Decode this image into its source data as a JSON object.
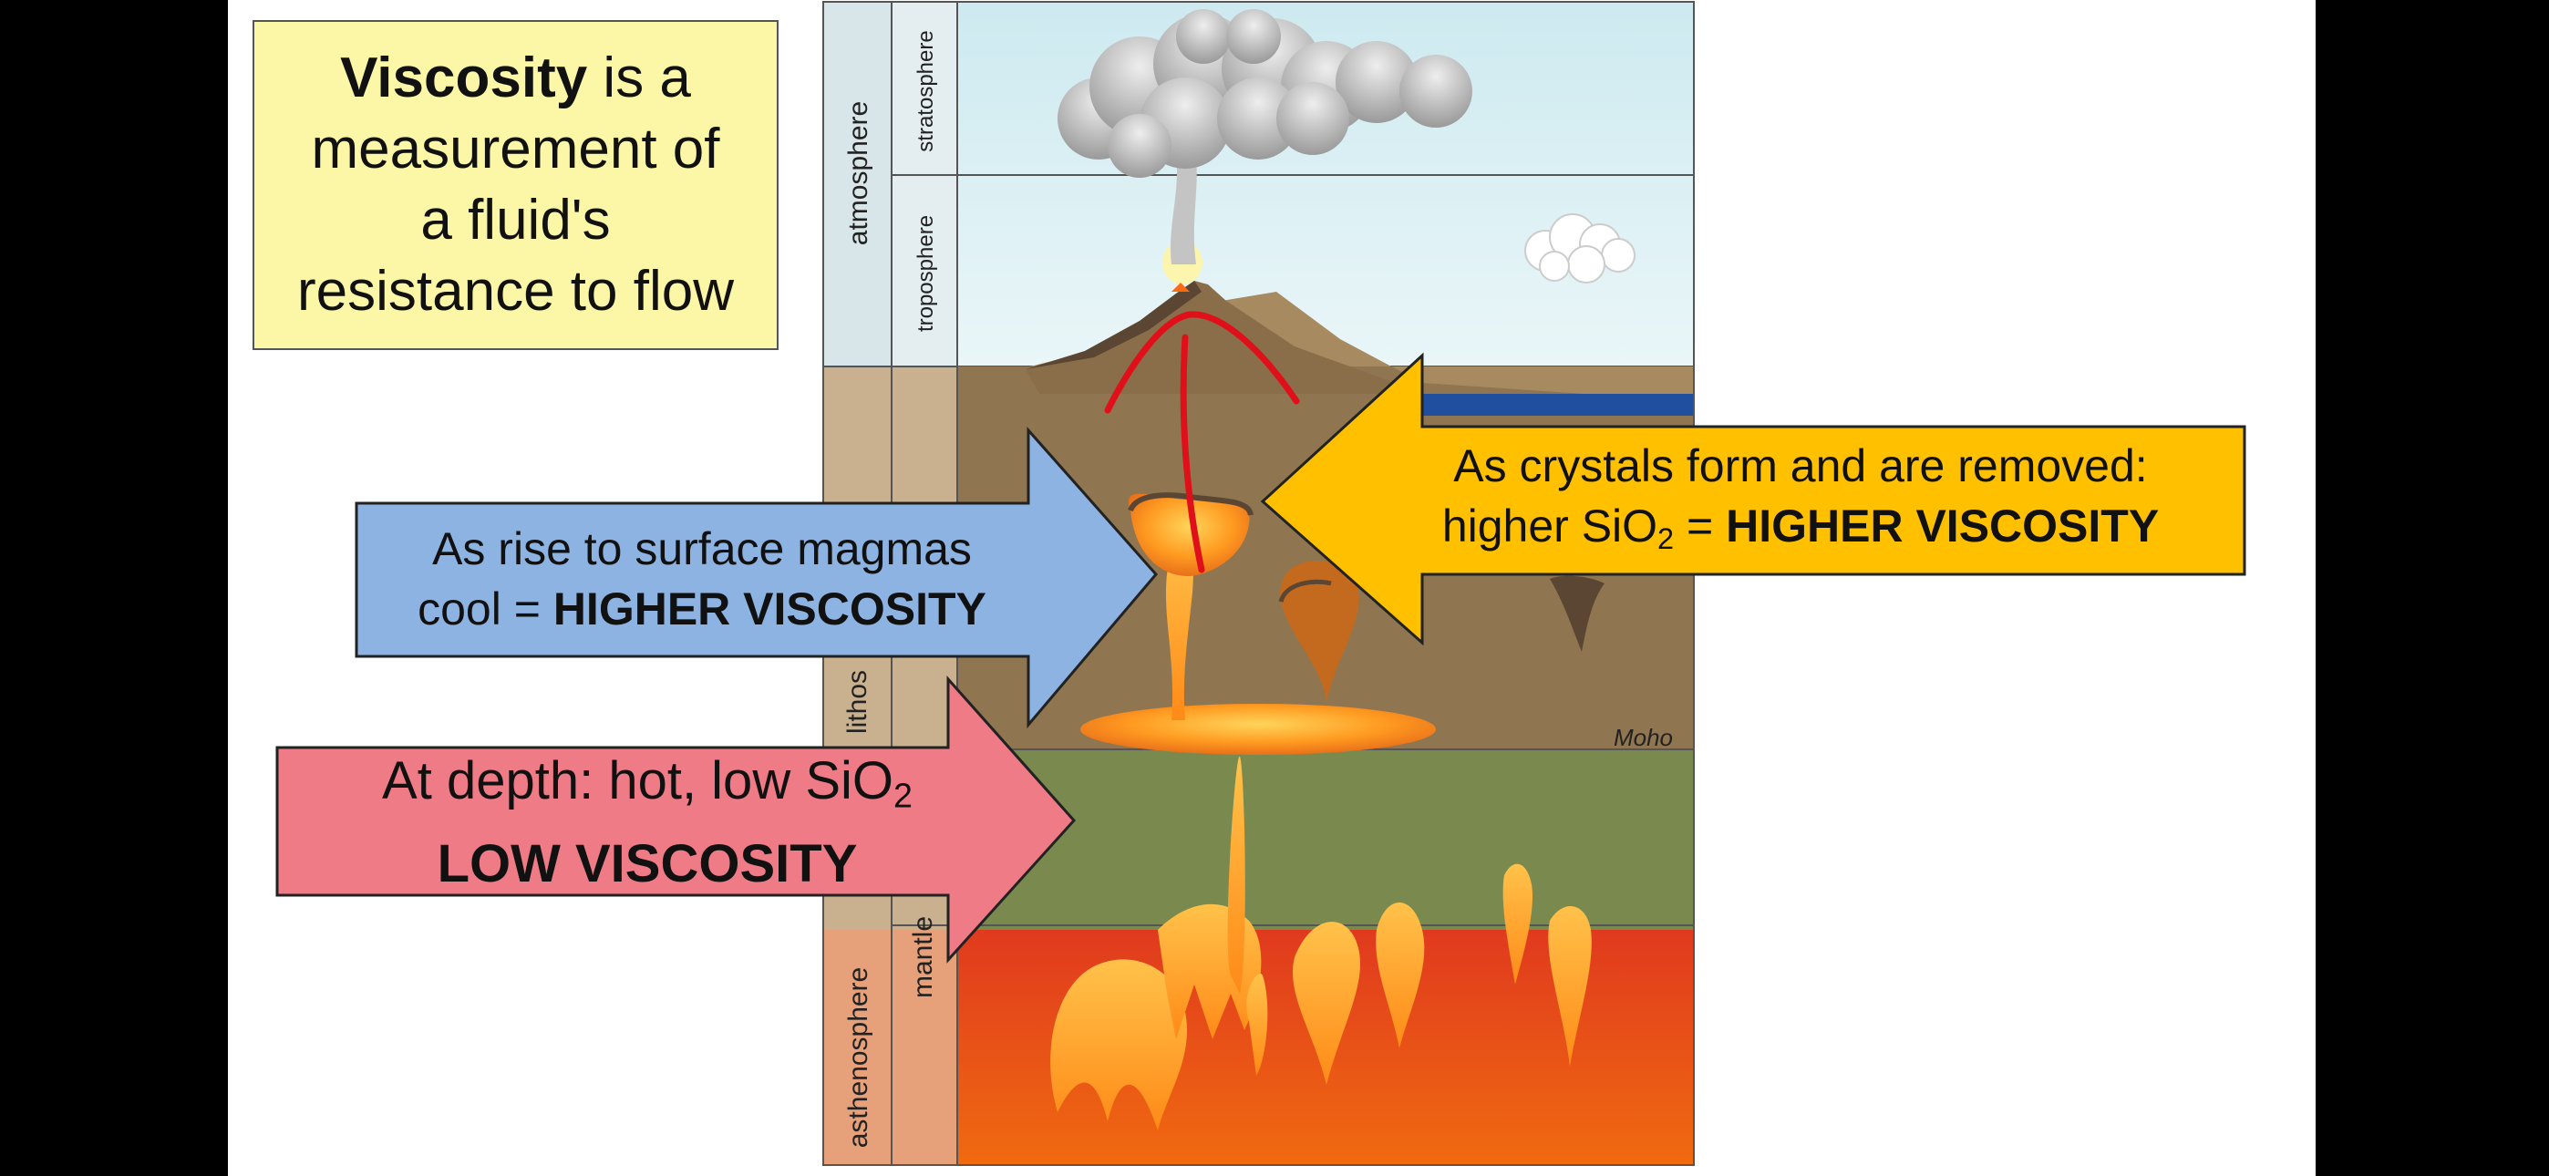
{
  "definition": {
    "term": "Viscosity",
    "line1_rest": " is a",
    "line2": "measurement of",
    "line3": "a fluid's",
    "line4": "resistance to flow"
  },
  "layers": {
    "atmosphere": "atmosphere",
    "stratosphere": "stratosphere",
    "troposphere": "troposphere",
    "lithosphere_partial": "lithos",
    "asthenosphere": "asthenosphere",
    "mantle": "mantle",
    "moho": "Moho"
  },
  "arrows": {
    "blue": {
      "line1": "As rise to surface magmas",
      "line2_plain": "cool = ",
      "line2_bold": "HIGHER VISCOSITY",
      "color": "#8db3e2"
    },
    "yellow": {
      "line1": "As crystals form and are removed:",
      "line2_plain_a": "higher SiO",
      "line2_sub": "2",
      "line2_plain_b": " = ",
      "line2_bold": "HIGHER VISCOSITY",
      "color": "#ffc000"
    },
    "red": {
      "line1_a": "At depth: hot, low SiO",
      "line1_sub": "2",
      "line2_bold": "LOW VISCOSITY",
      "color": "#ee7b86"
    }
  }
}
